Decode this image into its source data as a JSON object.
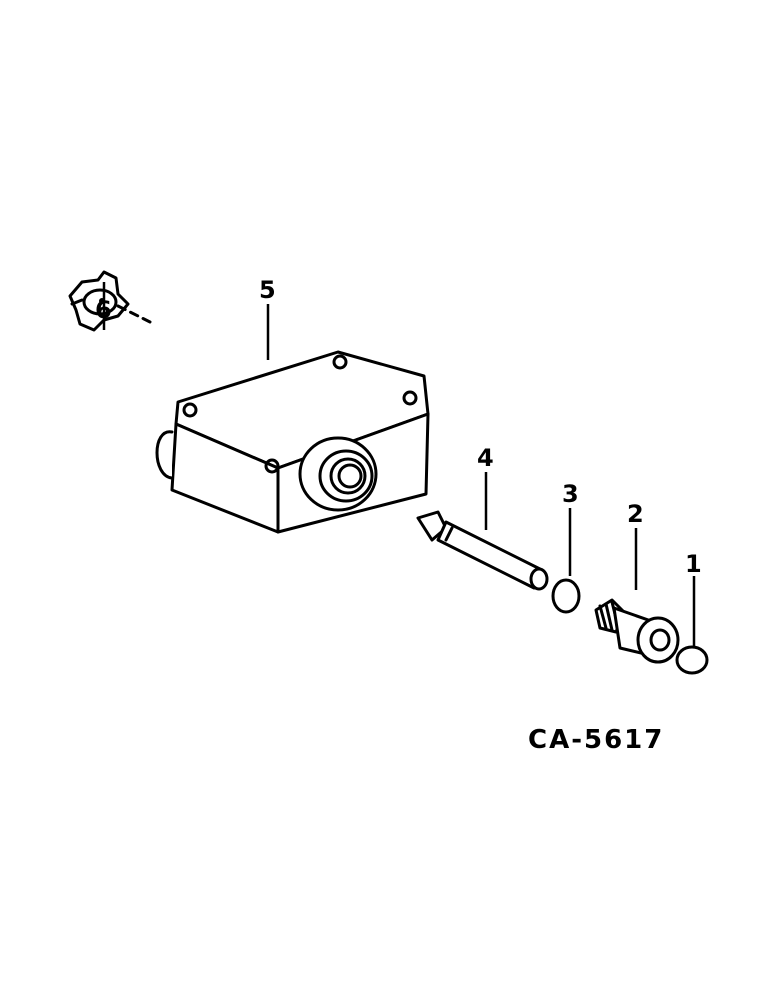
{
  "diagram": {
    "figure_id": "CA-5617",
    "callouts": [
      {
        "id": "1",
        "label": "1"
      },
      {
        "id": "2",
        "label": "2"
      },
      {
        "id": "3",
        "label": "3"
      },
      {
        "id": "4",
        "label": "4"
      },
      {
        "id": "5",
        "label": "5"
      },
      {
        "id": "6",
        "label": "6"
      }
    ]
  }
}
